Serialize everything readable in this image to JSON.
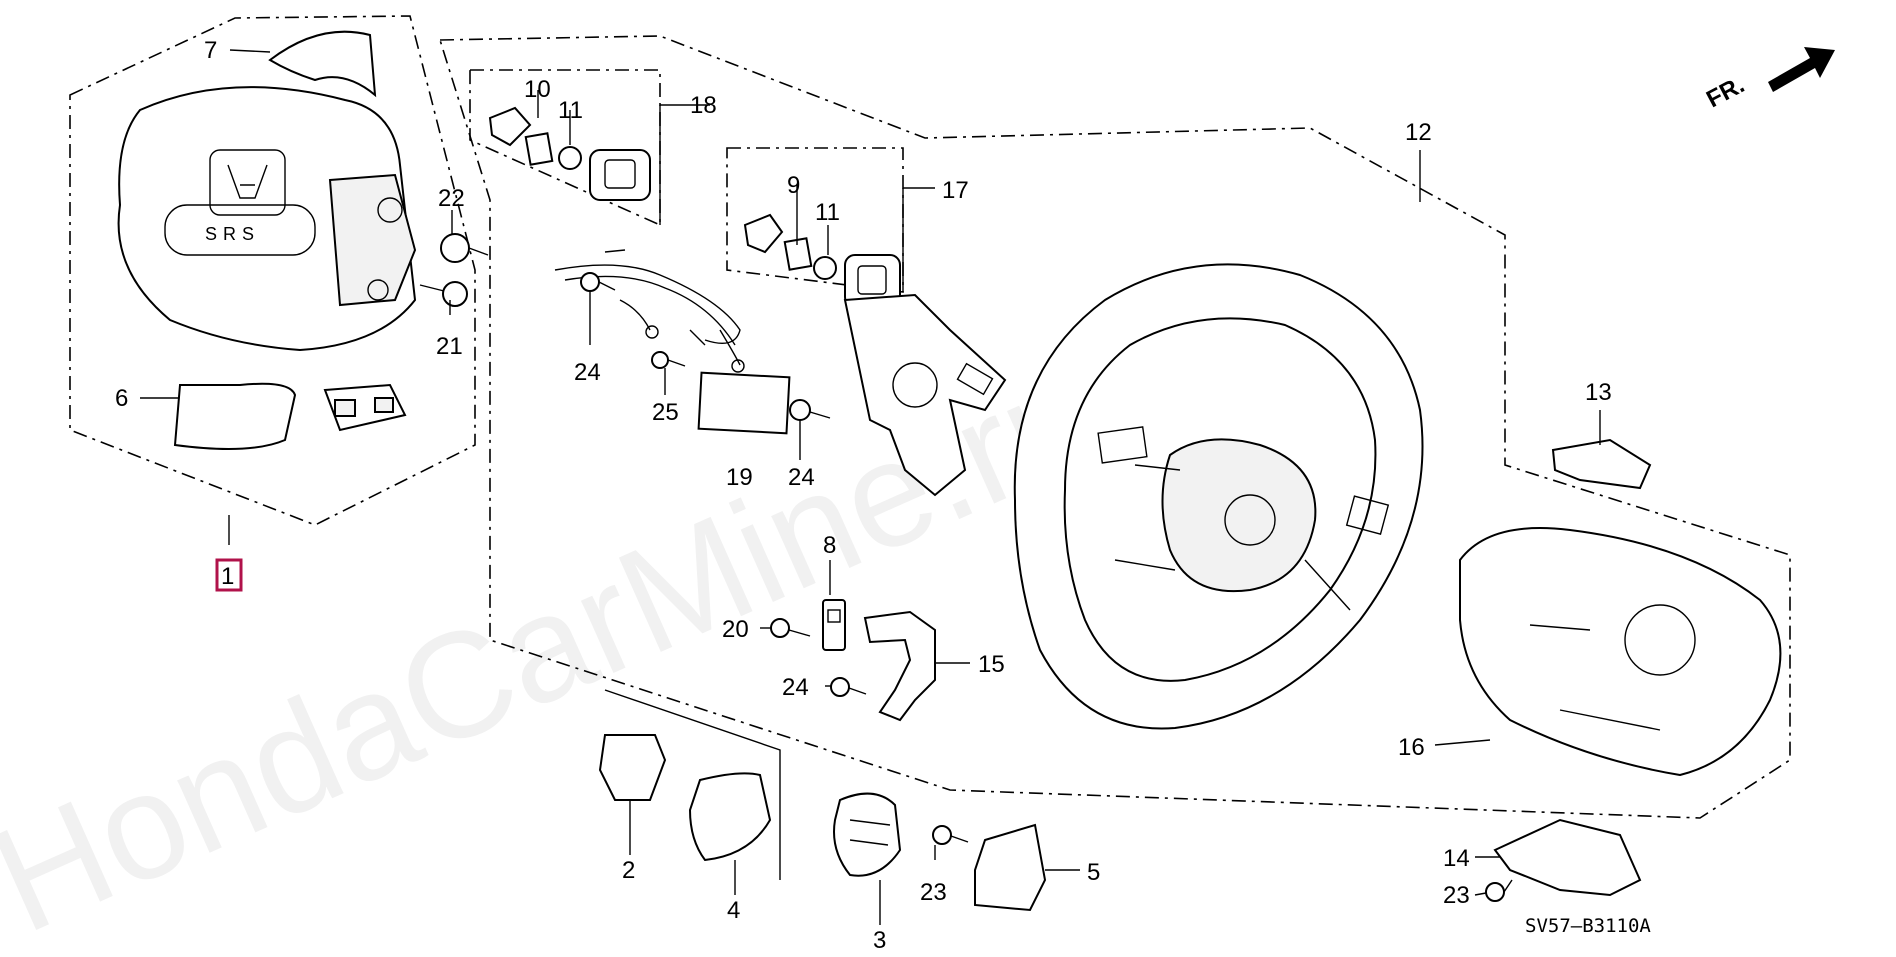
{
  "watermark": "HondaCarMine.ru",
  "direction_label": "FR.",
  "diagram_code": "SV57–B3110A",
  "callouts": {
    "c1": "1",
    "c2": "2",
    "c3": "3",
    "c4": "4",
    "c5": "5",
    "c6": "6",
    "c7": "7",
    "c8": "8",
    "c9": "9",
    "c10": "10",
    "c11a": "11",
    "c11b": "11",
    "c12": "12",
    "c13": "13",
    "c14": "14",
    "c15": "15",
    "c16": "16",
    "c17": "17",
    "c18": "18",
    "c19": "19",
    "c20": "20",
    "c21": "21",
    "c22": "22",
    "c23a": "23",
    "c23b": "23",
    "c24a": "24",
    "c24b": "24",
    "c24c": "24",
    "c25": "25"
  },
  "airbag_label": "SRS",
  "highlight_color": "#b0124a"
}
